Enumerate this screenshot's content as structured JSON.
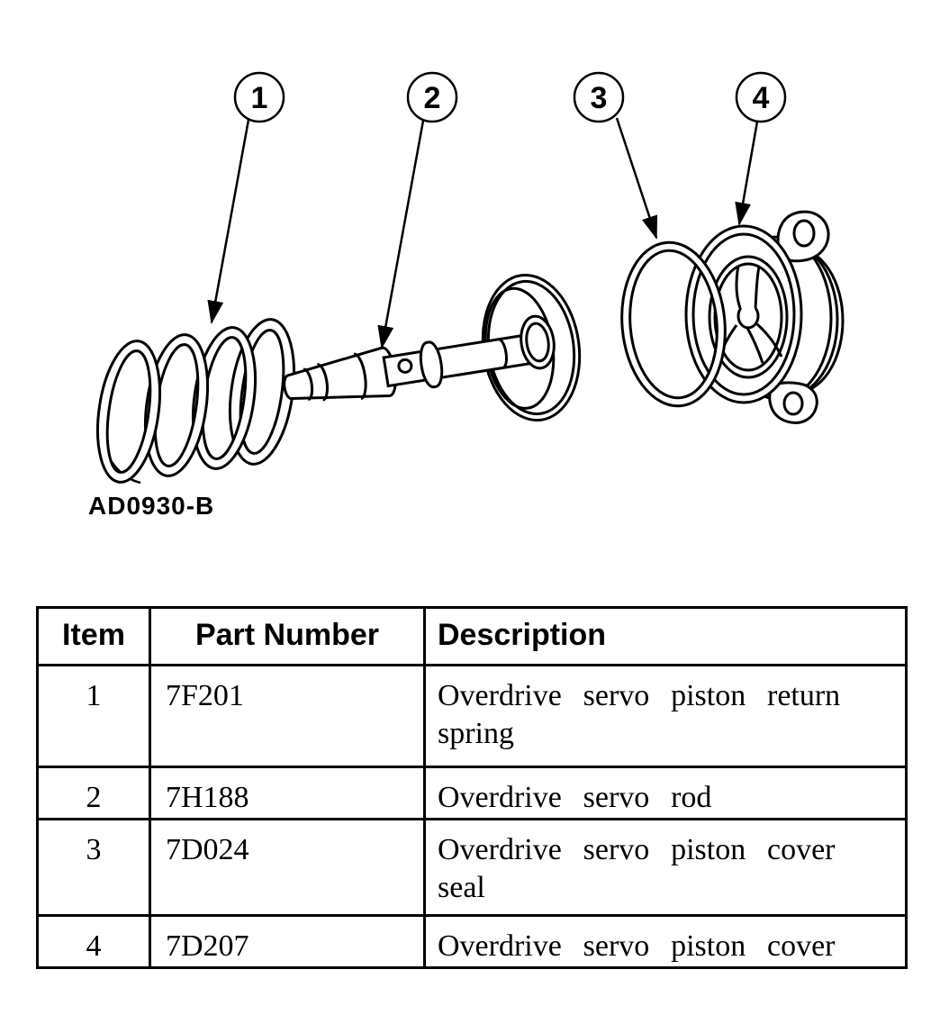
{
  "figure": {
    "code": "AD0930-B",
    "callouts": [
      "1",
      "2",
      "3",
      "4"
    ]
  },
  "table": {
    "headers": [
      "Item",
      "Part Number",
      "Description"
    ],
    "rows": [
      {
        "item": "1",
        "part_number": "7F201",
        "description": "Overdrive servo piston return spring"
      },
      {
        "item": "2",
        "part_number": "7H188",
        "description": "Overdrive servo rod"
      },
      {
        "item": "3",
        "part_number": "7D024",
        "description": "Overdrive servo piston cover seal"
      },
      {
        "item": "4",
        "part_number": "7D207",
        "description": "Overdrive servo piston cover"
      }
    ]
  },
  "colors": {
    "ink": "#000000",
    "paper": "#ffffff"
  }
}
